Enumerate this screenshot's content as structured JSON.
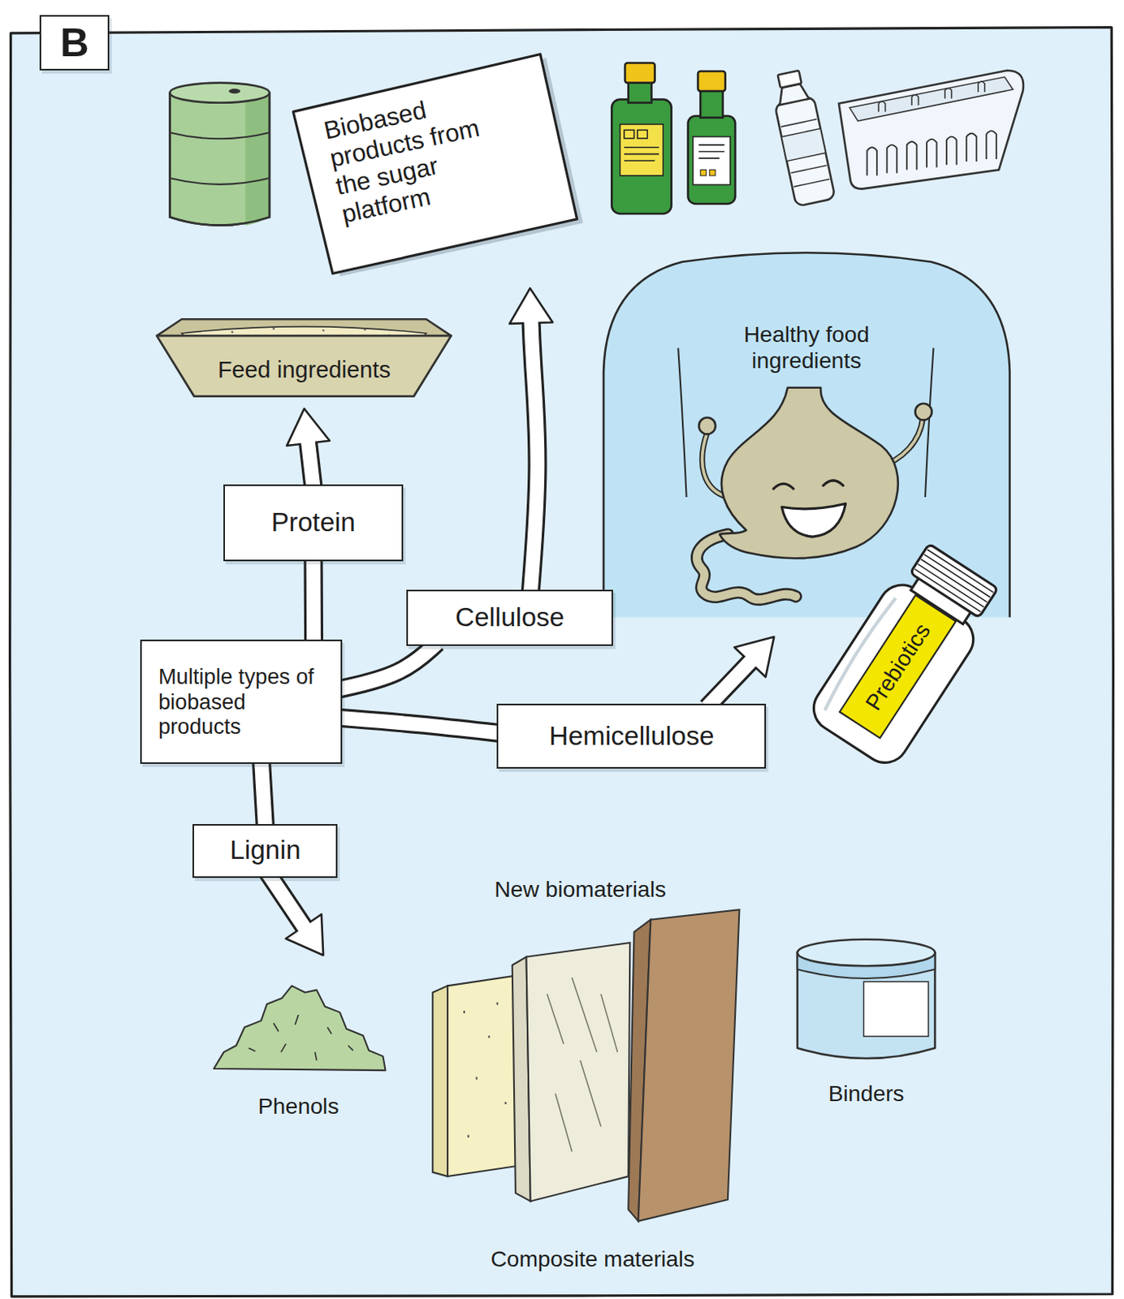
{
  "diagram": {
    "nodes": [
      {
        "text": [
          "B"
        ]
      },
      {
        "text": [
          "Biobased products from the sugar platform"
        ]
      },
      {
        "text": [
          "Feed ingredients"
        ]
      },
      {
        "text": [
          "Healthy food ingredients"
        ]
      },
      {
        "text": [
          "Protein"
        ]
      },
      {
        "text": [
          "Cellulose"
        ]
      },
      {
        "text": [
          "Prebiotics"
        ]
      },
      {
        "text": [
          "Multiple types of biobased products"
        ]
      },
      {
        "text": [
          "Hemicellulose"
        ]
      },
      {
        "text": [
          "Lignin"
        ]
      }
    ],
    "edges": [
      {
        "from": 7,
        "to": 4,
        "arrow": "none"
      },
      {
        "from": 4,
        "to": 2,
        "arrow": "to"
      },
      {
        "from": 7,
        "to": 5,
        "arrow": "none"
      },
      {
        "from": 5,
        "to": 1,
        "arrow": "to"
      },
      {
        "from": 7,
        "to": 8,
        "arrow": "none"
      },
      {
        "from": 8,
        "to": 3,
        "arrow": "to"
      },
      {
        "from": 7,
        "to": 9,
        "arrow": "none"
      }
    ],
    "labels": [
      "New biomaterials",
      "Phenols",
      "Binders",
      "Composite materials"
    ]
  }
}
